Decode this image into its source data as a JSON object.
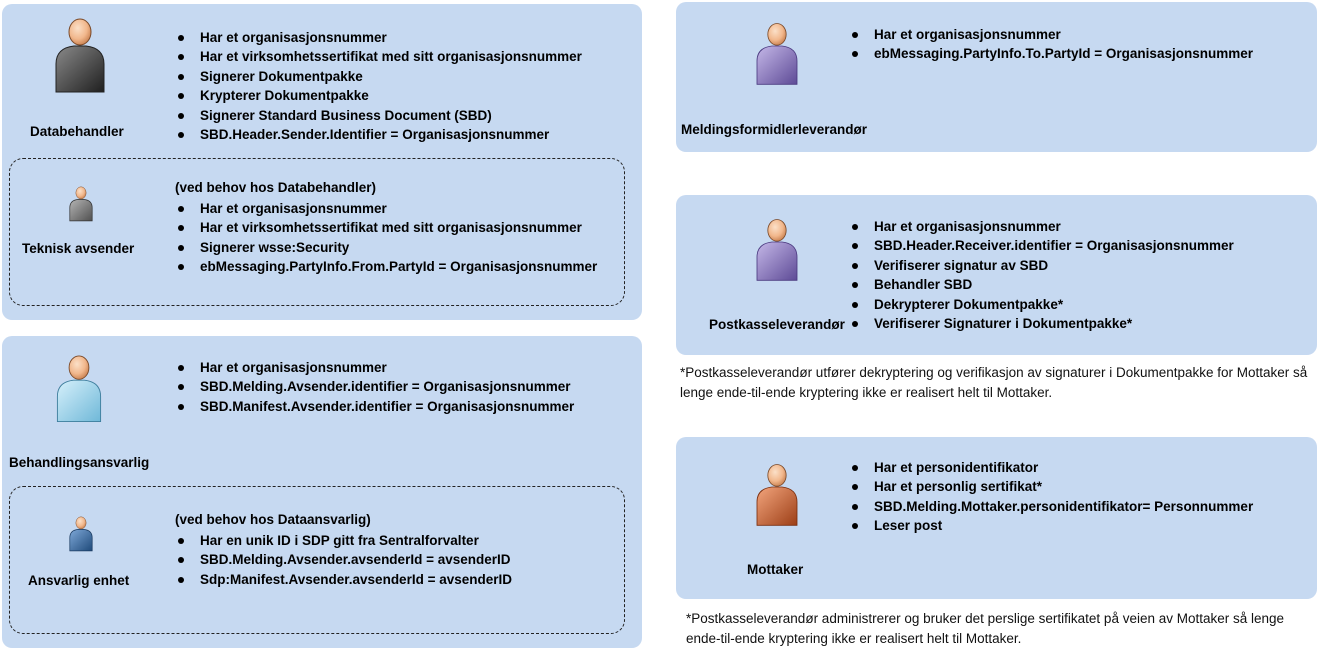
{
  "databehandler": {
    "role": "Databehandler",
    "items": [
      "Har et organisasjonsnummer",
      "Har et virksomhetssertifikat med sitt organisasjonsnummer",
      "Signerer Dokumentpakke",
      "Krypterer Dokumentpakke",
      "Signerer Standard Business Document (SBD)",
      "SBD.Header.Sender.Identifier = Organisasjonsnummer"
    ]
  },
  "teknisk_avsender": {
    "role": "Teknisk avsender",
    "intro": "(ved behov hos Databehandler)",
    "items": [
      "Har et organisasjonsnummer",
      "Har et virksomhetssertifikat med sitt organisasjonsnummer",
      "Signerer wsse:Security",
      "ebMessaging.PartyInfo.From.PartyId = Organisasjonsnummer"
    ]
  },
  "behandlingsansvarlig": {
    "role": "Behandlingsansvarlig",
    "items": [
      "Har et organisasjonsnummer",
      "SBD.Melding.Avsender.identifier = Organisasjonsnummer",
      "SBD.Manifest.Avsender.identifier = Organisasjonsnummer"
    ]
  },
  "ansvarlig_enhet": {
    "role": "Ansvarlig enhet",
    "intro": "(ved behov hos Dataansvarlig)",
    "items": [
      "Har en unik ID i SDP gitt fra Sentralforvalter",
      "SBD.Melding.Avsender.avsenderId = avsenderID",
      "Sdp:Manifest.Avsender.avsenderId = avsenderID"
    ]
  },
  "meldingsformidler": {
    "role": "Meldingsformidlerleverandør",
    "items": [
      "Har et organisasjonsnummer",
      "ebMessaging.PartyInfo.To.PartyId = Organisasjonsnummer"
    ]
  },
  "postkasse": {
    "role": "Postkasseleverandør",
    "items": [
      "Har et organisasjonsnummer",
      "SBD.Header.Receiver.identifier = Organisasjonsnummer",
      "Verifiserer signatur av SBD",
      "Behandler SBD",
      "Dekrypterer Dokumentpakke*",
      "Verifiserer Signaturer i Dokumentpakke*"
    ],
    "note": "*Postkasseleverandør utfører dekryptering og verifikasjon av signaturer i Dokumentpakke for Mottaker så lenge ende-til-ende kryptering ikke er realisert helt til Mottaker."
  },
  "mottaker": {
    "role": "Mottaker",
    "items": [
      "Har et personidentifikator",
      "Har et personlig sertifikat*",
      "SBD.Melding.Mottaker.personidentifikator= Personnummer",
      "Leser post"
    ],
    "note": "*Postkasseleverandør administrerer og bruker det perslige sertifikatet på veien av Mottaker så lenge ende-til-ende kryptering ikke er realisert helt til Mottaker."
  },
  "colors": {
    "panel": "#c6d9f1",
    "person_dark": "#555555",
    "person_gray": "#7f7f7f",
    "person_light_blue": "#9fd3ea",
    "person_blue": "#3b6aa0",
    "person_purple": "#8e7cc3",
    "person_orange": "#d2693a",
    "skin": "#f1b78c"
  }
}
